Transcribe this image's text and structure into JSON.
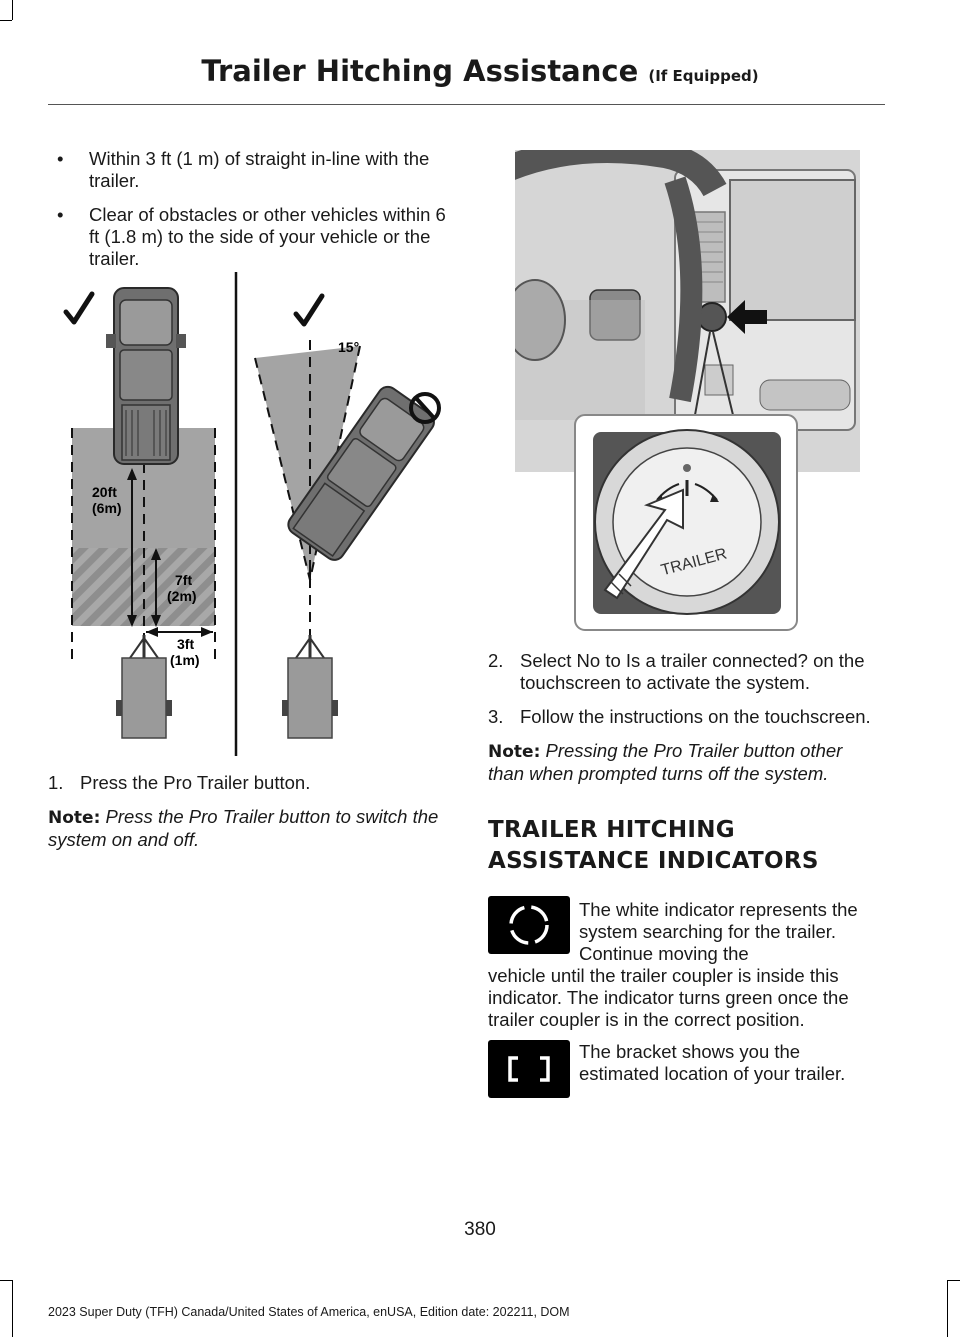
{
  "header": {
    "title": "Trailer Hitching Assistance",
    "subtitle": "(If Equipped)"
  },
  "bullets": [
    "Within 3 ft (1 m) of straight in-line with the trailer.",
    "Clear of obstacles or other vehicles within 6 ft (1.8 m) to the side of your vehicle or the trailer."
  ],
  "bullet_mark": "•",
  "diagram1": {
    "label_20ft": "20ft",
    "label_6m": "(6m)",
    "label_7ft": "7ft",
    "label_2m": "(2m)",
    "label_3ft": "3ft",
    "label_1m": "(1m)",
    "label_angle": "15°",
    "check_icon": "check-icon",
    "prohibit_icon": "prohibited-icon"
  },
  "diagram2": {
    "knob_label": "TRAILER"
  },
  "step1": {
    "num": "1.",
    "text": "Press the Pro Trailer button."
  },
  "note1": {
    "label": "Note:",
    "text": "Press the Pro Trailer button to switch the system on and off."
  },
  "step2": {
    "num": "2.",
    "text": "Select No to Is a trailer connected? on the touchscreen to activate the system."
  },
  "step3": {
    "num": "3.",
    "text": "Follow the instructions on the touchscreen."
  },
  "note2": {
    "label": "Note:",
    "text": "Pressing the Pro Trailer button other than when prompted turns off the system."
  },
  "section_heading_line1": "TRAILER HITCHING",
  "section_heading_line2": "ASSISTANCE INDICATORS",
  "indicator1": {
    "text_a": "The white indicator represents the system searching for the trailer. Continue moving the",
    "text_b": "vehicle until the trailer coupler is inside this indicator. The indicator turns green once the trailer coupler is in the correct position."
  },
  "indicator2": {
    "text": "The bracket shows you the estimated location of your trailer.",
    "icon_glyph": "[ ]"
  },
  "page_number": "380",
  "footer": "2023 Super Duty (TFH) Canada/United States of America, enUSA, Edition date: 202211, DOM"
}
